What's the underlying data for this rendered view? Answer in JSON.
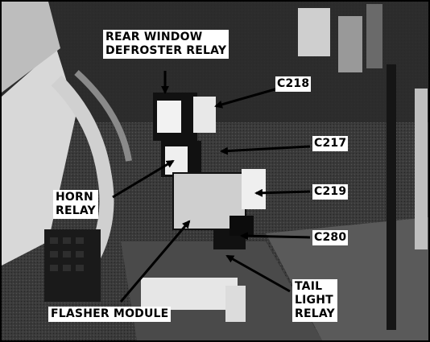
{
  "figure": {
    "type": "annotated-photograph",
    "colors": {
      "border": "#000000",
      "label_bg": "#ffffff",
      "arrow": "#000000"
    },
    "callouts": {
      "rear_window_defroster_relay": "REAR WINDOW\nDEFROSTER RELAY",
      "c218": "C218",
      "c217": "C217",
      "horn_relay": "HORN\nRELAY",
      "c219": "C219",
      "c280": "C280",
      "flasher_module": "FLASHER MODULE",
      "tail_light_relay": "TAIL\nLIGHT\nRELAY"
    }
  }
}
